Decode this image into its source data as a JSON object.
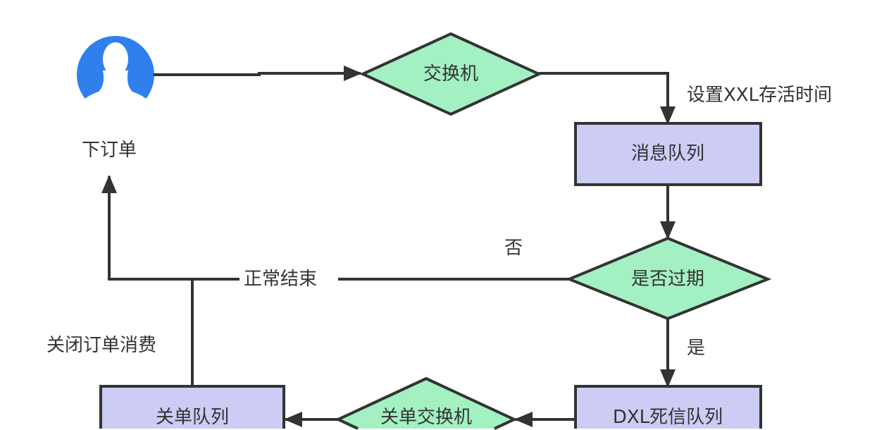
{
  "nodes": {
    "user_label": "下订单",
    "exchange": "交换机",
    "message_queue": "消息队列",
    "expired_check": "是否过期",
    "dead_letter_queue": "DXL死信队列",
    "close_exchange": "关单交换机",
    "close_queue": "关单队列"
  },
  "edges": {
    "set_ttl": "设置XXL存活时间",
    "no": "否",
    "normal_end": "正常结束",
    "yes": "是",
    "close_order_consume": "关闭订单消费"
  },
  "colors": {
    "diamond_fill": "#a3f0c3",
    "rect_fill": "#ccccf5",
    "avatar": "#2f80ed",
    "line": "#333333"
  }
}
